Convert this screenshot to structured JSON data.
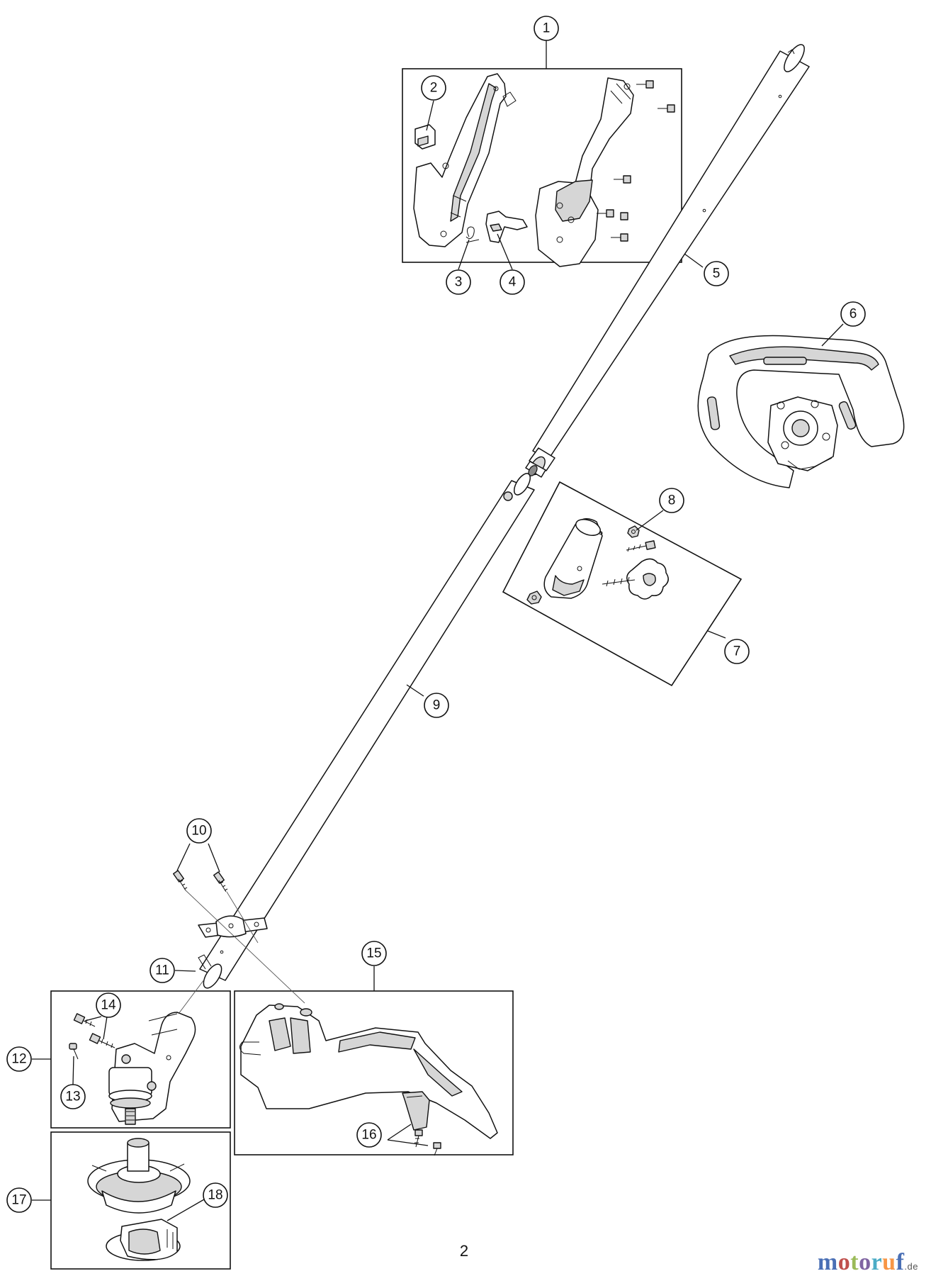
{
  "page": {
    "page_number": "2",
    "brand": {
      "letters": [
        "m",
        "o",
        "t",
        "o",
        "r",
        "u",
        "f"
      ],
      "tld": ".de"
    }
  },
  "callouts": [
    {
      "number": "1"
    },
    {
      "number": "2"
    },
    {
      "number": "3"
    },
    {
      "number": "4"
    },
    {
      "number": "5"
    },
    {
      "number": "6"
    },
    {
      "number": "7"
    },
    {
      "number": "8"
    },
    {
      "number": "9"
    },
    {
      "number": "10"
    },
    {
      "number": "11"
    },
    {
      "number": "12"
    },
    {
      "number": "13"
    },
    {
      "number": "14"
    },
    {
      "number": "15"
    },
    {
      "number": "16"
    },
    {
      "number": "17"
    },
    {
      "number": "18"
    }
  ],
  "colors": {
    "line": "#111111",
    "part_fill": "#ffffff",
    "part_shade": "#d6d6d6"
  }
}
